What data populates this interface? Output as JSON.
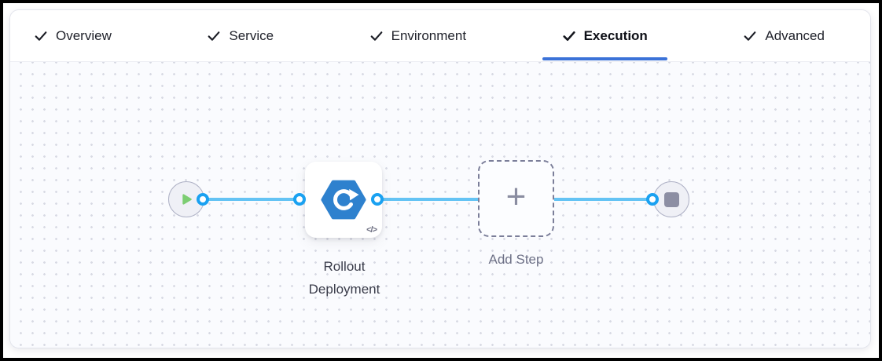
{
  "tabs": [
    {
      "label": "Overview",
      "checked": true,
      "active": false
    },
    {
      "label": "Service",
      "checked": true,
      "active": false
    },
    {
      "label": "Environment",
      "checked": true,
      "active": false
    },
    {
      "label": "Execution",
      "checked": true,
      "active": true
    },
    {
      "label": "Advanced",
      "checked": true,
      "active": false
    }
  ],
  "canvas": {
    "step": {
      "label": "Rollout Deployment",
      "code_icon": "</>"
    },
    "add_step": {
      "label": "Add Step",
      "plus_icon": "+"
    }
  },
  "icons": {
    "tab_check": "checkmark",
    "start_node": "play-triangle",
    "end_node": "stop-square",
    "step_type": "rollout-hexagon-circular-arrow",
    "step_badge": "code-chevrons",
    "add_step": "plus"
  },
  "colors": {
    "active_tab_underline": "#3B72D8",
    "tab_text": "#1F212A",
    "connector_line": "#64C3F4",
    "connection_ring": "#1AA1F1",
    "step_icon_blue": "#2E81CE",
    "start_play_green": "#7CCD72",
    "end_stop_gray": "#8C8EA3",
    "node_circle_fill": "#EFF0F6",
    "node_circle_border": "#AFB2C6",
    "dashed_border": "#7B7E99",
    "canvas_bg": "#FAFBFE",
    "canvas_dot": "#D8DAE4",
    "step_label_text": "#3A3C4A",
    "add_label_text": "#6D7086"
  }
}
